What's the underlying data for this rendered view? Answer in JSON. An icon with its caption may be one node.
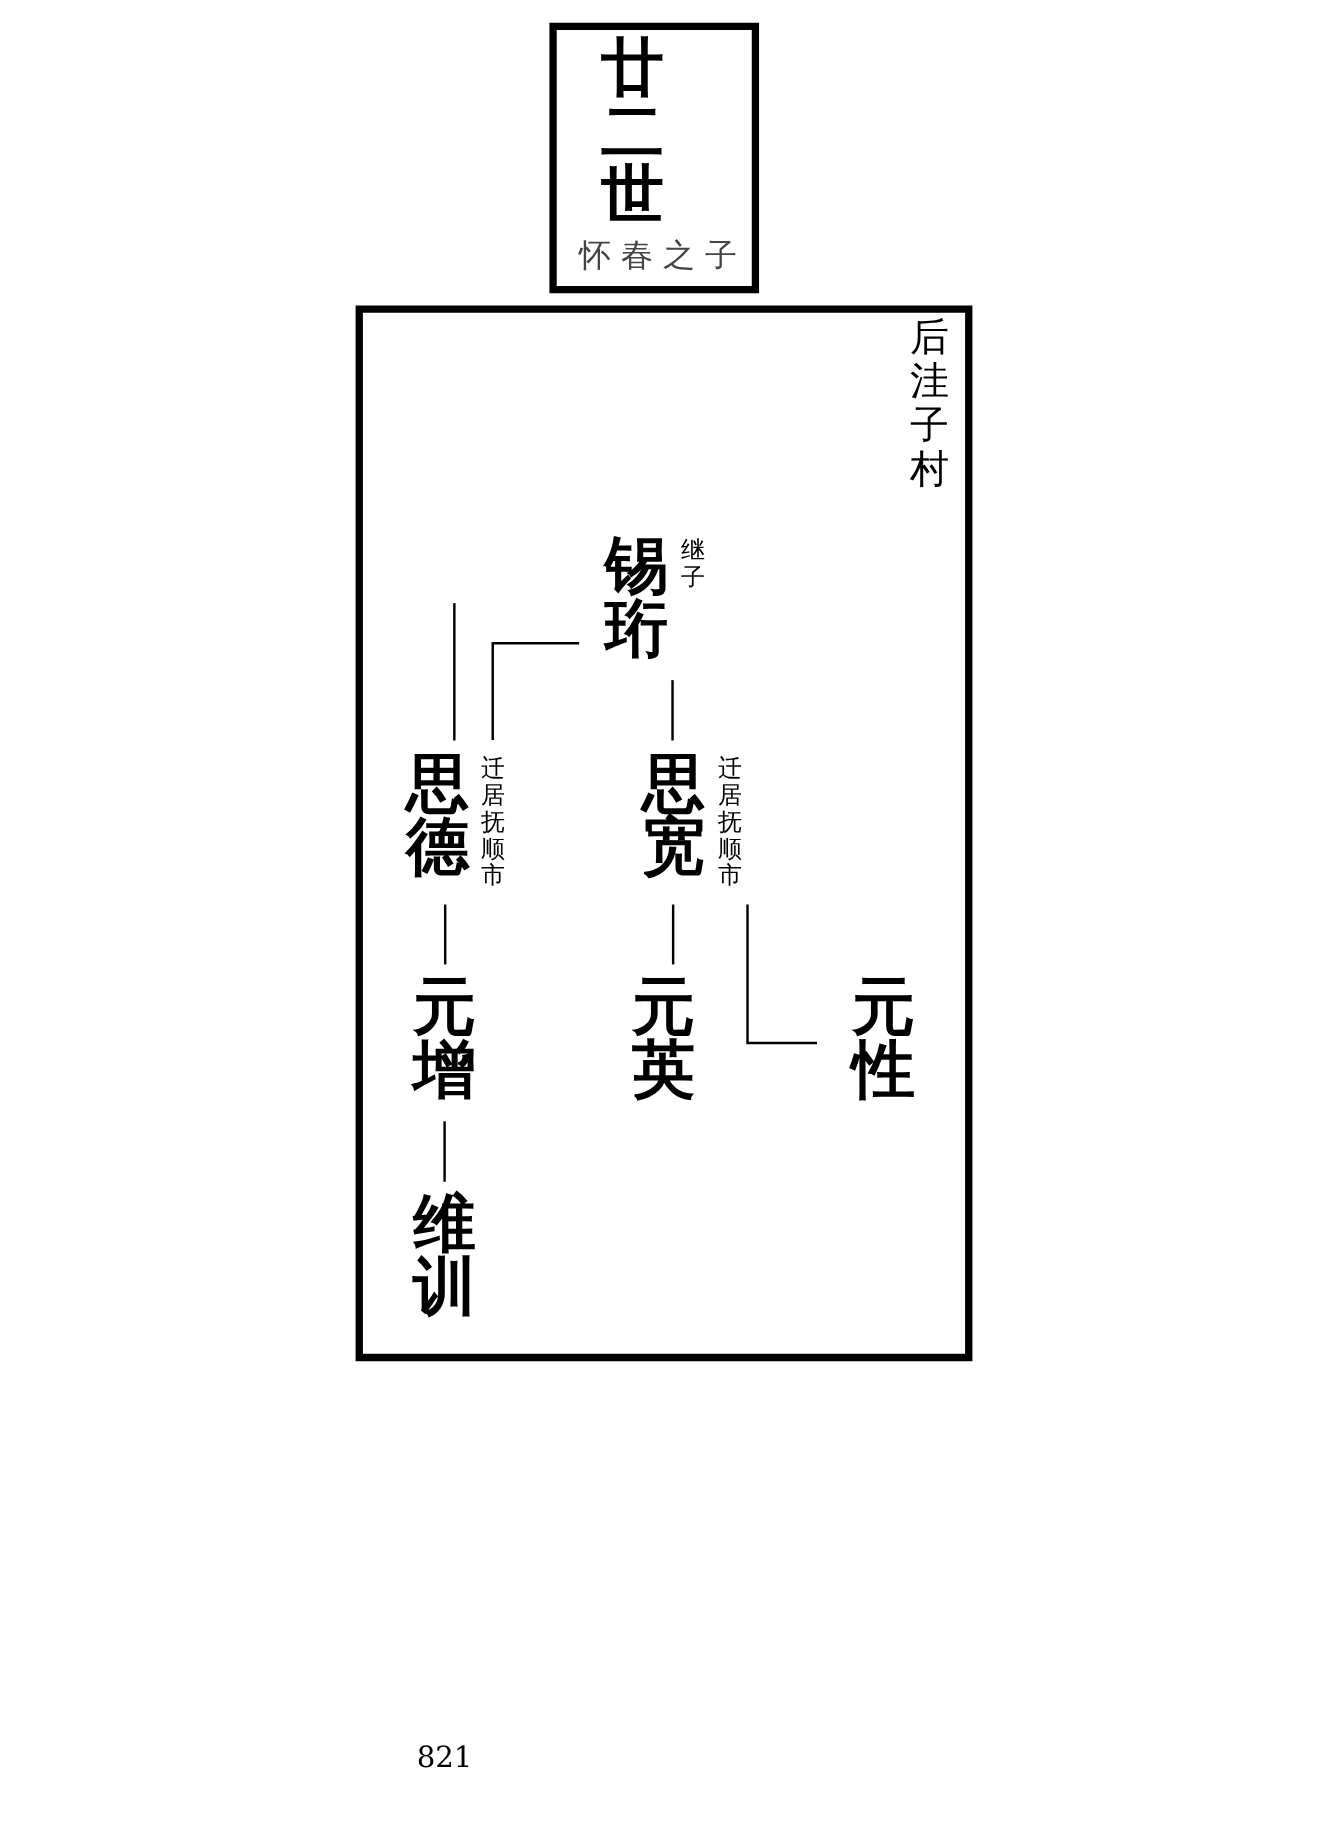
{
  "diagram": {
    "nodes": [
      {
        "text": [
          "廿二世",
          "怀春之子"
        ]
      },
      {
        "text": [
          "后洼子村"
        ]
      },
      {
        "text": [
          "锡珩"
        ],
        "beside": [
          "继子"
        ],
        "in": 1
      },
      {
        "text": [
          "思宽"
        ],
        "beside": [
          "迁居抚顺市"
        ],
        "in": 1
      },
      {
        "text": [
          "思德"
        ],
        "beside": [
          "迁居抚顺市"
        ],
        "in": 1
      },
      {
        "text": [
          "元英"
        ],
        "in": 1
      },
      {
        "text": [
          "元性"
        ],
        "in": 1
      },
      {
        "text": [
          "元增"
        ],
        "in": 1
      },
      {
        "text": [
          "维训"
        ],
        "in": 1
      }
    ],
    "edges": [
      {
        "from": 2,
        "to": 3,
        "arrow": "none"
      },
      {
        "from": 2,
        "to": 4,
        "arrow": "none"
      },
      {
        "from": null,
        "to": 4,
        "arrow": "none"
      },
      {
        "from": 3,
        "to": 5,
        "arrow": "none"
      },
      {
        "from": 3,
        "to": 6,
        "arrow": "none"
      },
      {
        "from": 4,
        "to": 7,
        "arrow": "none"
      },
      {
        "from": 7,
        "to": 8,
        "arrow": "none"
      }
    ],
    "labels": [
      "821"
    ]
  }
}
